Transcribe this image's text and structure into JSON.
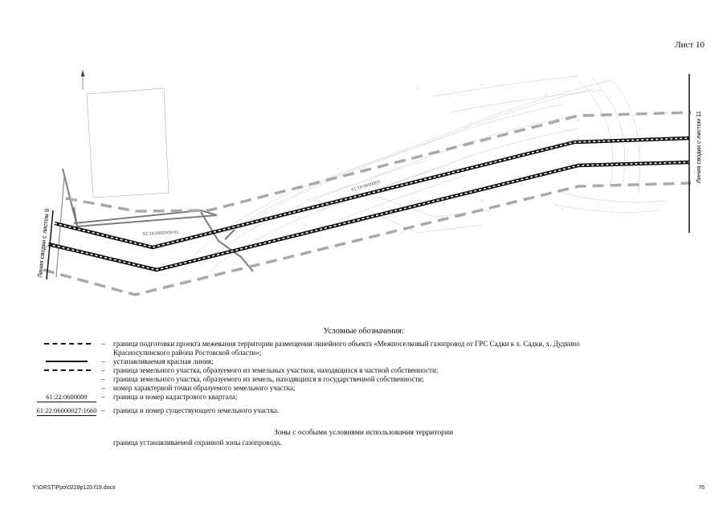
{
  "sheet_label": "Лист 10",
  "map": {
    "match_line_left": "Линия сводки с листом 9",
    "match_line_right": "Линия сводки с листом 11",
    "cadastral_quarter_label": "61:18:0600009",
    "parcel_label": "61:18:0600009:91",
    "north_arrow": "north-arrow-icon"
  },
  "legend": {
    "title": "Условные обозначения:",
    "rows": [
      {
        "symbol": "dashed-thick",
        "dash": "–",
        "text": "граница подготовки проекта межевания территории размещения линейного объекта «Межпоселковый газопровод от ГРС Садки к х. Садки, х. Дудкино Красносулинского района Ростовской области»;"
      },
      {
        "symbol": "solid",
        "dash": "–",
        "text": "устанавливаемая красная линия;"
      },
      {
        "symbol": "dashed-thick",
        "dash": "–",
        "text": "граница земельного участка, образуемого из земельных участков, находящихся в частной собственности;"
      },
      {
        "symbol": "none",
        "dash": "–",
        "text": "граница земельного участка, образуемого из земель, находящихся в государственной собственности;"
      },
      {
        "symbol": "none",
        "dash": "–",
        "text": "номер характерной точки образуемого земельного участка;"
      },
      {
        "symbol": "code",
        "code": "61:22:0600009",
        "dash": "–",
        "text": "граница и номер кадастрового квартала;"
      },
      {
        "symbol": "code",
        "code": "61:22:06000027:1660",
        "dash": "–",
        "text": "граница и номер существующего земельного участка."
      }
    ]
  },
  "zones": {
    "title": "Зоны с особыми условиями использования территории",
    "desc": "граница устанавливаемой охранной зоны газопровода."
  },
  "footer": {
    "path": "Y:\\ORST\\Ppo\\0228p120.f19.docx",
    "page_number": "76"
  }
}
